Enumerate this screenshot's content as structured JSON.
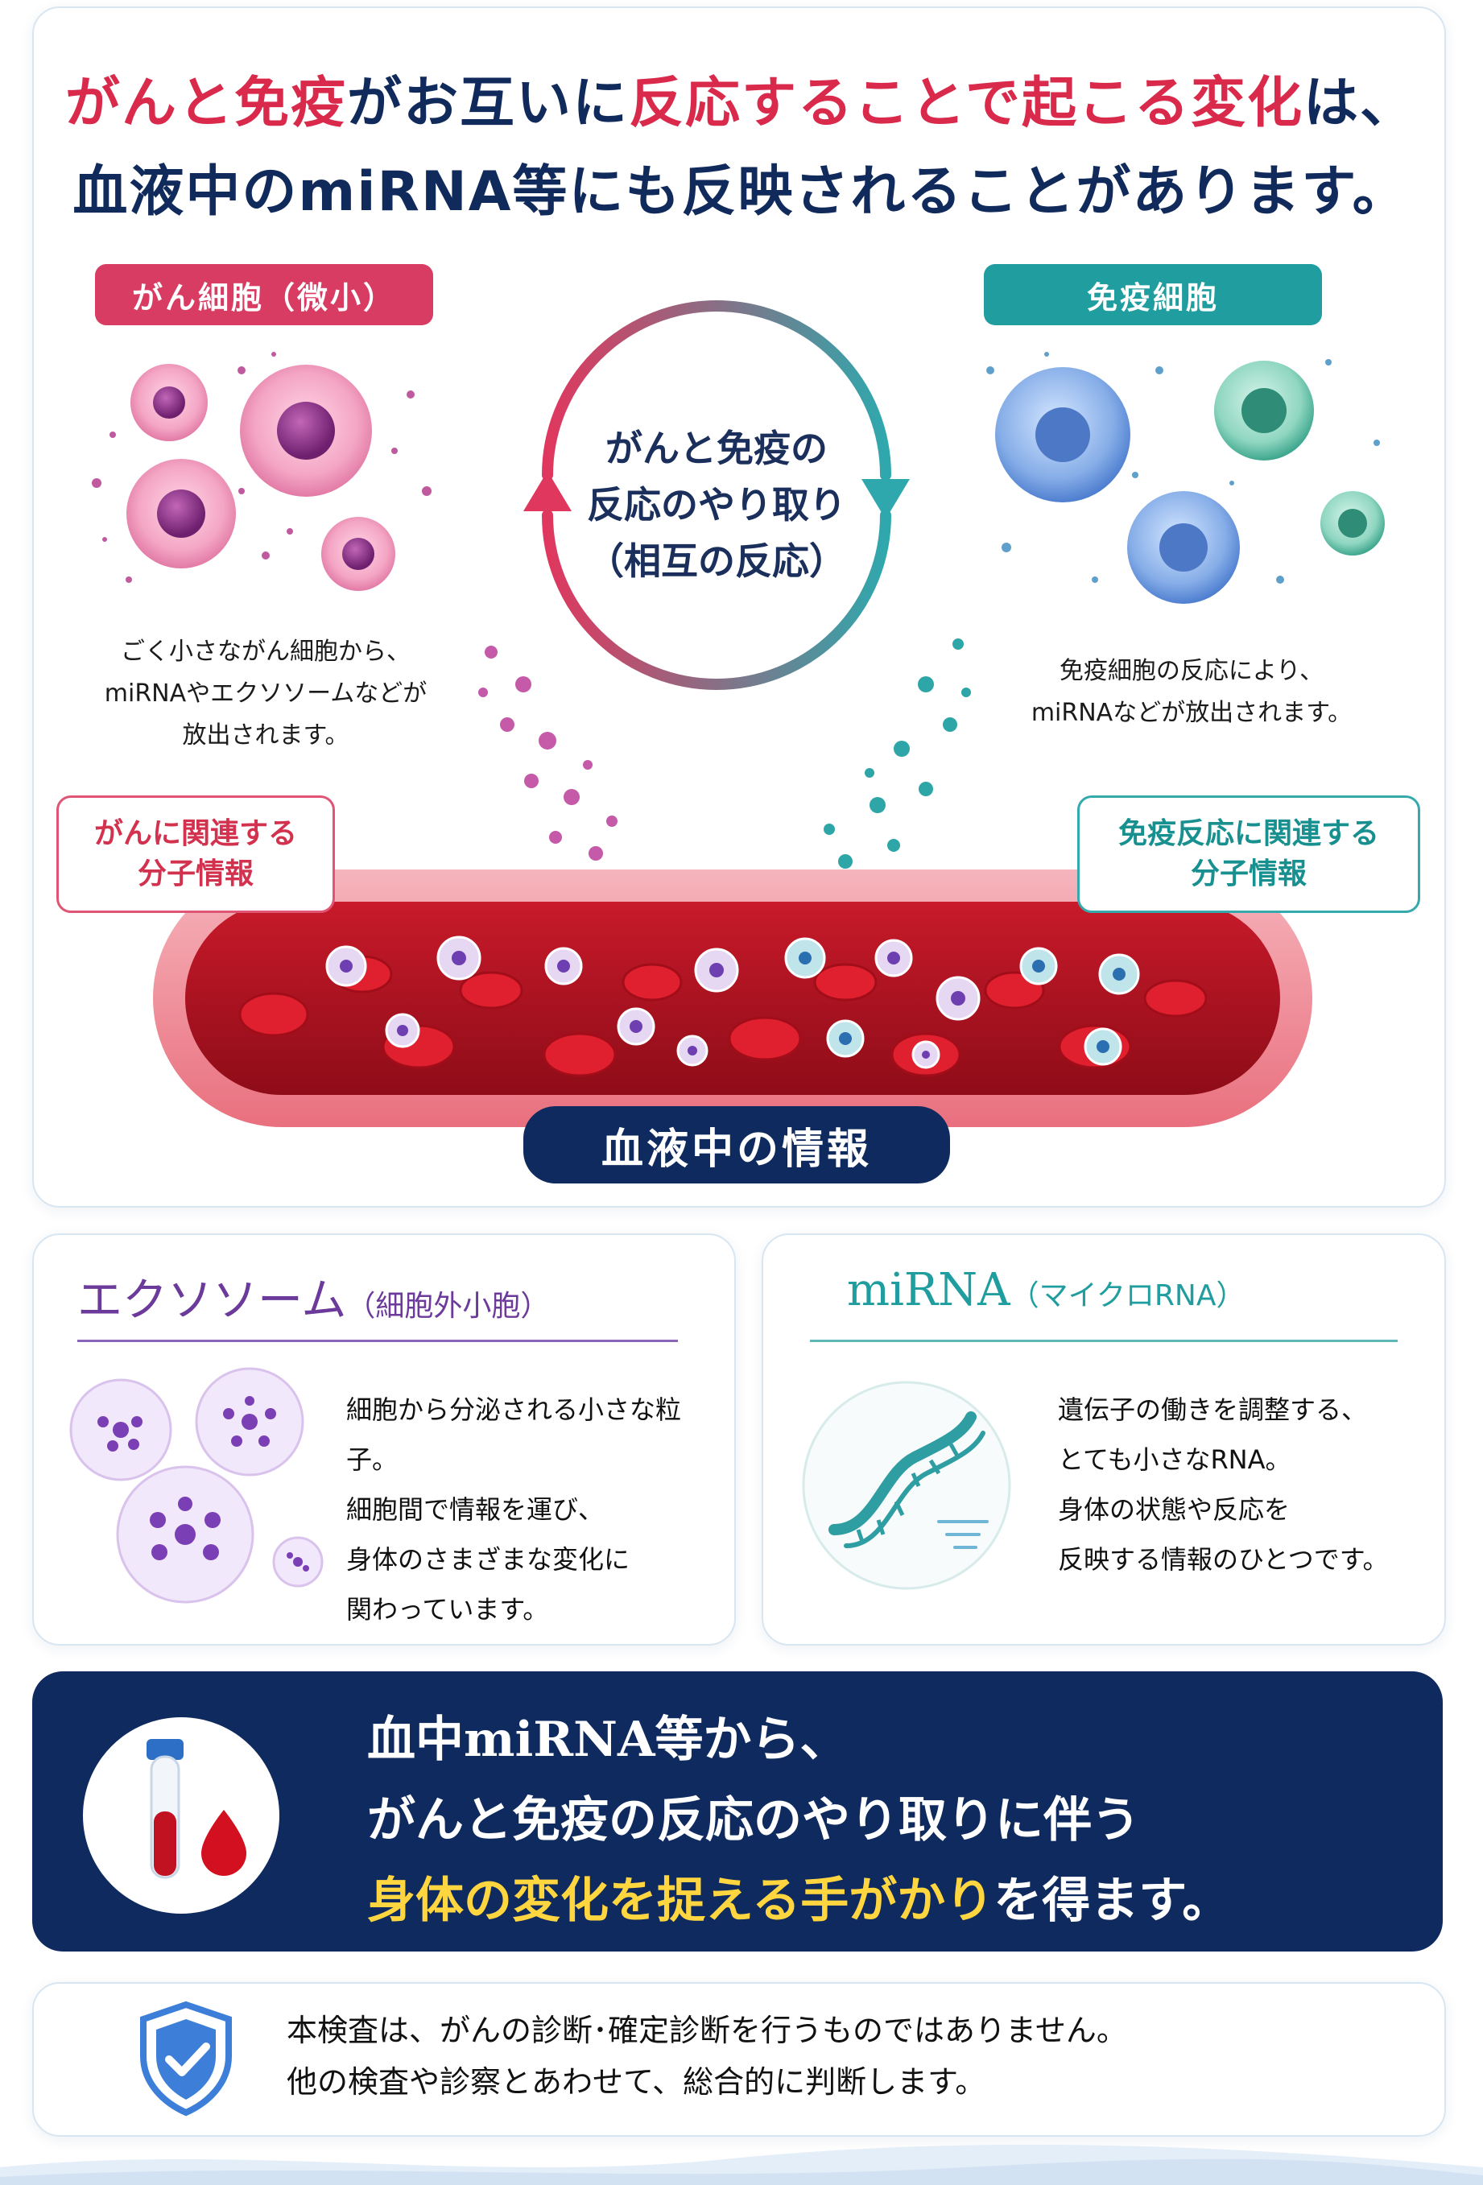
{
  "header": {
    "line1_parts": [
      "がんと免疫",
      "がお互いに",
      "反応することで起こる変化",
      "は、"
    ],
    "line2": "血液中のmiRNA等にも反映されることがあります。"
  },
  "cancer_section": {
    "tag": "がん細胞（微小）",
    "desc_lines": [
      "ごく小さながん細胞から、",
      "miRNAやエクソソームなどが",
      "放出されます。"
    ],
    "callout_lines": [
      "がんに関連する",
      "分子情報"
    ]
  },
  "immune_section": {
    "tag": "免疫細胞",
    "desc_lines": [
      "免疫細胞の反応により、",
      "miRNAなどが放出されます。"
    ],
    "callout_lines": [
      "免疫反応に関連する",
      "分子情報"
    ]
  },
  "cycle": {
    "lines": [
      "がんと免疫の",
      "反応のやり取り",
      "（相互の反応）"
    ]
  },
  "blood": {
    "label": "血液中の情報"
  },
  "exosome_card": {
    "title": "エクソソーム",
    "subtitle": "（細胞外小胞）",
    "lines": [
      "細胞から分泌される小さな粒子。",
      "細胞間で情報を運び、",
      "身体のさまざまな変化に",
      "関わっています。"
    ]
  },
  "mirna_card": {
    "title": "miRNA",
    "subtitle": "（マイクロRNA）",
    "lines": [
      "遺伝子の働きを調整する、",
      "とても小さなRNA。",
      "身体の状態や反応を",
      "反映する情報のひとつです。"
    ]
  },
  "banner": {
    "line1": "血中miRNA等から、",
    "line2": "がんと免疫の反応のやり取りに伴う",
    "line3_highlight": "身体の変化を捉える手がかり",
    "line3_rest": "を得ます。"
  },
  "note": {
    "lines": [
      "本検査は、がんの診断･確定診断を行うものではありません。",
      "他の検査や診察とあわせて、総合的に判断します。"
    ]
  },
  "colors": {
    "accent_red": "#d92a4c",
    "navy": "#0f2a5e",
    "teal": "#1f9d9f",
    "purple": "#6b3a9a",
    "highlight_yellow": "#ffd640"
  }
}
